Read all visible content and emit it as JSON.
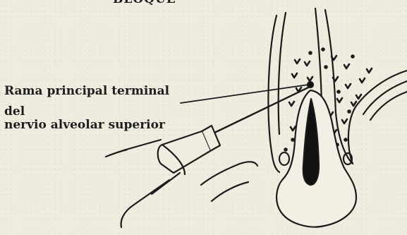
{
  "heading": "BLOQUE",
  "label": {
    "line1": "Rama principal terminal",
    "line2": "del",
    "line3": "nervio alveolar superior"
  }
}
